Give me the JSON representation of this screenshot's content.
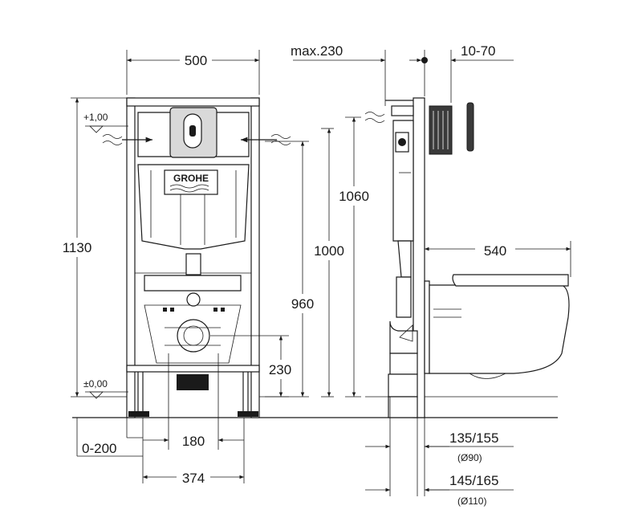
{
  "brand": {
    "logo_text": "GROHE"
  },
  "dimensions": {
    "frame_width": "500",
    "max_depth": "max.230",
    "wall_range": "10-70",
    "total_height": "1130",
    "level_top": "+1,00",
    "level_zero": "±0,00",
    "height_1060": "1060",
    "height_1000": "1000",
    "height_960": "960",
    "outlet_height": "230",
    "projection": "540",
    "floor_range": "0-200",
    "bolt_spacing": "180",
    "foot_width": "374",
    "outlet_a": "135/155",
    "outlet_a_dia": "(Ø90)",
    "outlet_b": "145/165",
    "outlet_b_dia": "(Ø110)"
  },
  "colors": {
    "line": "#1a1a1a",
    "background": "#ffffff",
    "fill_grey": "#d9d9d9"
  }
}
